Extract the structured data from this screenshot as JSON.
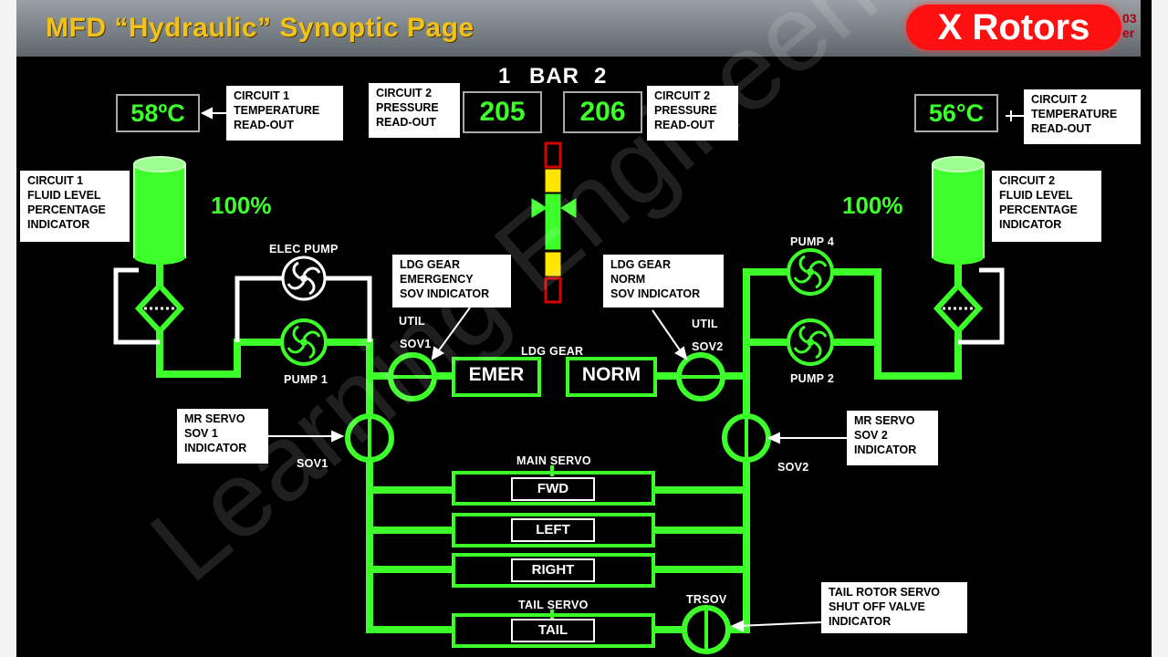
{
  "header": {
    "title": "MFD “Hydraulic” Synoptic Page",
    "brand": "X Rotors",
    "brand_partial": "03\ner"
  },
  "bar": {
    "left": "1",
    "unit": "BAR",
    "right": "2"
  },
  "readouts": {
    "circuit1_temp": "58ºC",
    "circuit2_temp": "56°C",
    "circuit1_pressure": "205",
    "circuit2_pressure": "206",
    "circuit1_level": "100%",
    "circuit2_level": "100%"
  },
  "callouts": {
    "c1_temp": "CIRCUIT 1\nTEMPERATURE\nREAD-OUT",
    "c2_press_left": "CIRCUIT 2\nPRESSURE\nREAD-OUT",
    "c2_press_right": "CIRCUIT 2\nPRESSURE\nREAD-OUT",
    "c2_temp": "CIRCUIT 2\nTEMPERATURE\nREAD-OUT",
    "c1_level": "CIRCUIT 1\nFLUID LEVEL\nPERCENTAGE\nINDICATOR",
    "c2_level": "CIRCUIT 2\nFLUID LEVEL\nPERCENTAGE\nINDICATOR",
    "ldg_emer": "LDG GEAR\nEMERGENCY\nSOV INDICATOR",
    "ldg_norm": "LDG GEAR\nNORM\nSOV INDICATOR",
    "mr_servo1": "MR SERVO\nSOV 1\nINDICATOR",
    "mr_servo2": "MR SERVO\nSOV 2\nINDICATOR",
    "tail_rotor": "TAIL ROTOR SERVO\nSHUT OFF VALVE\nINDICATOR"
  },
  "components": {
    "elec_pump": "ELEC PUMP",
    "pump1": "PUMP 1",
    "pump2": "PUMP 2",
    "pump4": "PUMP 4",
    "util_left": "UTIL",
    "sov1_top": "SOV1",
    "util_right": "UTIL",
    "sov2_top": "SOV2",
    "ldg_gear": "LDG GEAR",
    "emer": "EMER",
    "norm": "NORM",
    "sov1": "SOV1",
    "sov2": "SOV2",
    "main_servo": "MAIN  SERVO",
    "fwd": "FWD",
    "left": "LEFT",
    "right": "RIGHT",
    "tail_servo": "TAIL  SERVO",
    "tail": "TAIL",
    "trsov": "TRSOV"
  },
  "watermark": "Learning Engineering",
  "colors": {
    "fluid": "#3dff2a",
    "brand": "#ff1010",
    "title": "#f2c21a",
    "warn": "#ffe400",
    "alarm": "#d40000"
  }
}
